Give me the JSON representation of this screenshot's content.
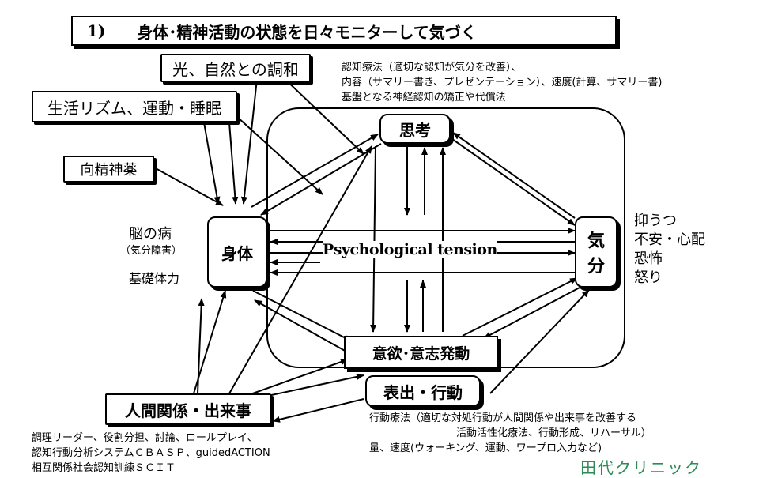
{
  "title": {
    "number": "1)",
    "text": "身体･精神活動の状態を日々モニターして気づく"
  },
  "inputs": {
    "light": "光、自然との調和",
    "rhythm": "生活リズム、運動・睡眠",
    "drug": "向精神薬",
    "social": "人間関係・出来事"
  },
  "nodes": {
    "thought": "思考",
    "body": "身体",
    "mood_top": "気",
    "mood_bottom": "分",
    "will": "意欲･意志発動",
    "action": "表出・行動"
  },
  "center_label": "Psychological tension",
  "body_side": {
    "brain": "脳の病",
    "brain_sub": "（気分障害）",
    "fitness": "基礎体力"
  },
  "mood_side": [
    "抑うつ",
    "不安・心配",
    "恐怖",
    "怒り"
  ],
  "cognitive_notes": [
    "認知療法（適切な認知が気分を改善）、",
    "内容（サマリー書き、プレゼンテーション）、速度(計算、サマリー書)",
    "基盤となる神経認知の矯正や代償法"
  ],
  "behavior_notes": [
    "行動療法（適切な対処行動が人間関係や出来事を改善する",
    "活動活性化療法、行動形成、リハーサル）",
    "量、速度(ウォーキング、運動、ワープロ入力など)"
  ],
  "social_notes": [
    "調理リーダー、役割分担、討論、ロールプレイ、",
    "認知行動分析システムＣＢＡＳＰ、guidedACTION",
    "相互関係社会認知訓練ＳＣＩＴ"
  ],
  "clinic": "田代クリニック",
  "colors": {
    "clinic": "#2e8b57",
    "line": "#000000"
  }
}
